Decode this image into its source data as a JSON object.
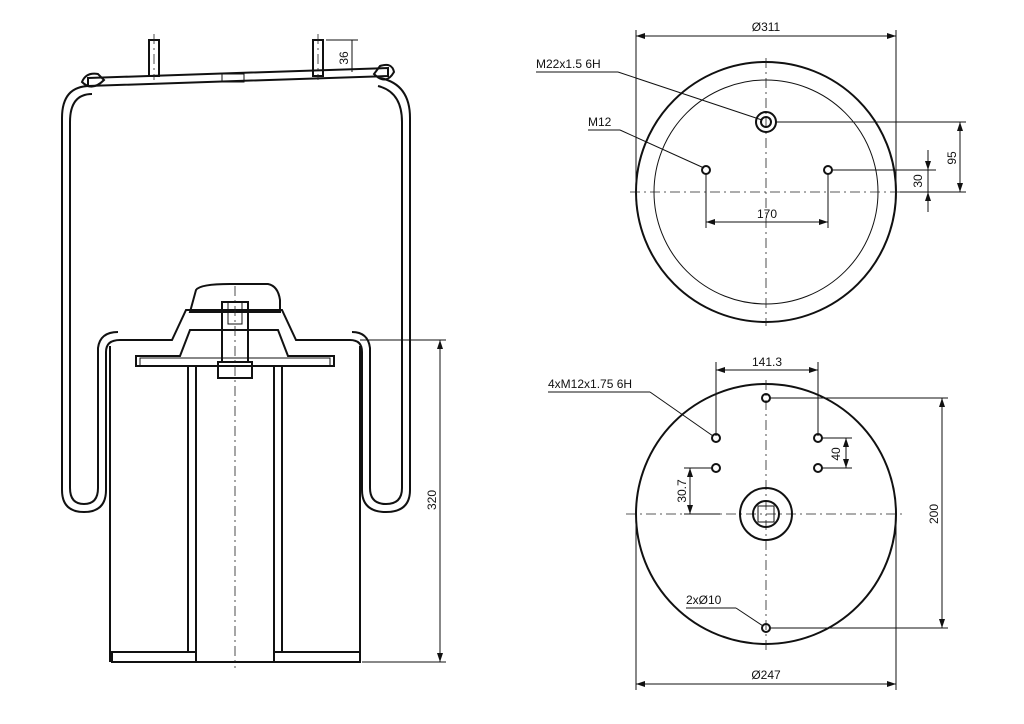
{
  "side_view": {
    "stud_height": "36",
    "overall_height": "320"
  },
  "top_view": {
    "diameter": "Ø311",
    "center_thread": "M22x1.5 6H",
    "side_thread": "M12",
    "hole_spacing": "170",
    "offset_95": "95",
    "offset_30": "30"
  },
  "bottom_view": {
    "diameter": "Ø247",
    "bolt_thread": "4xM12x1.75 6H",
    "pattern_width": "141.3",
    "pattern_40": "40",
    "pattern_307": "30.7",
    "pin_holes": "2xØ10",
    "pin_spacing": "200"
  }
}
